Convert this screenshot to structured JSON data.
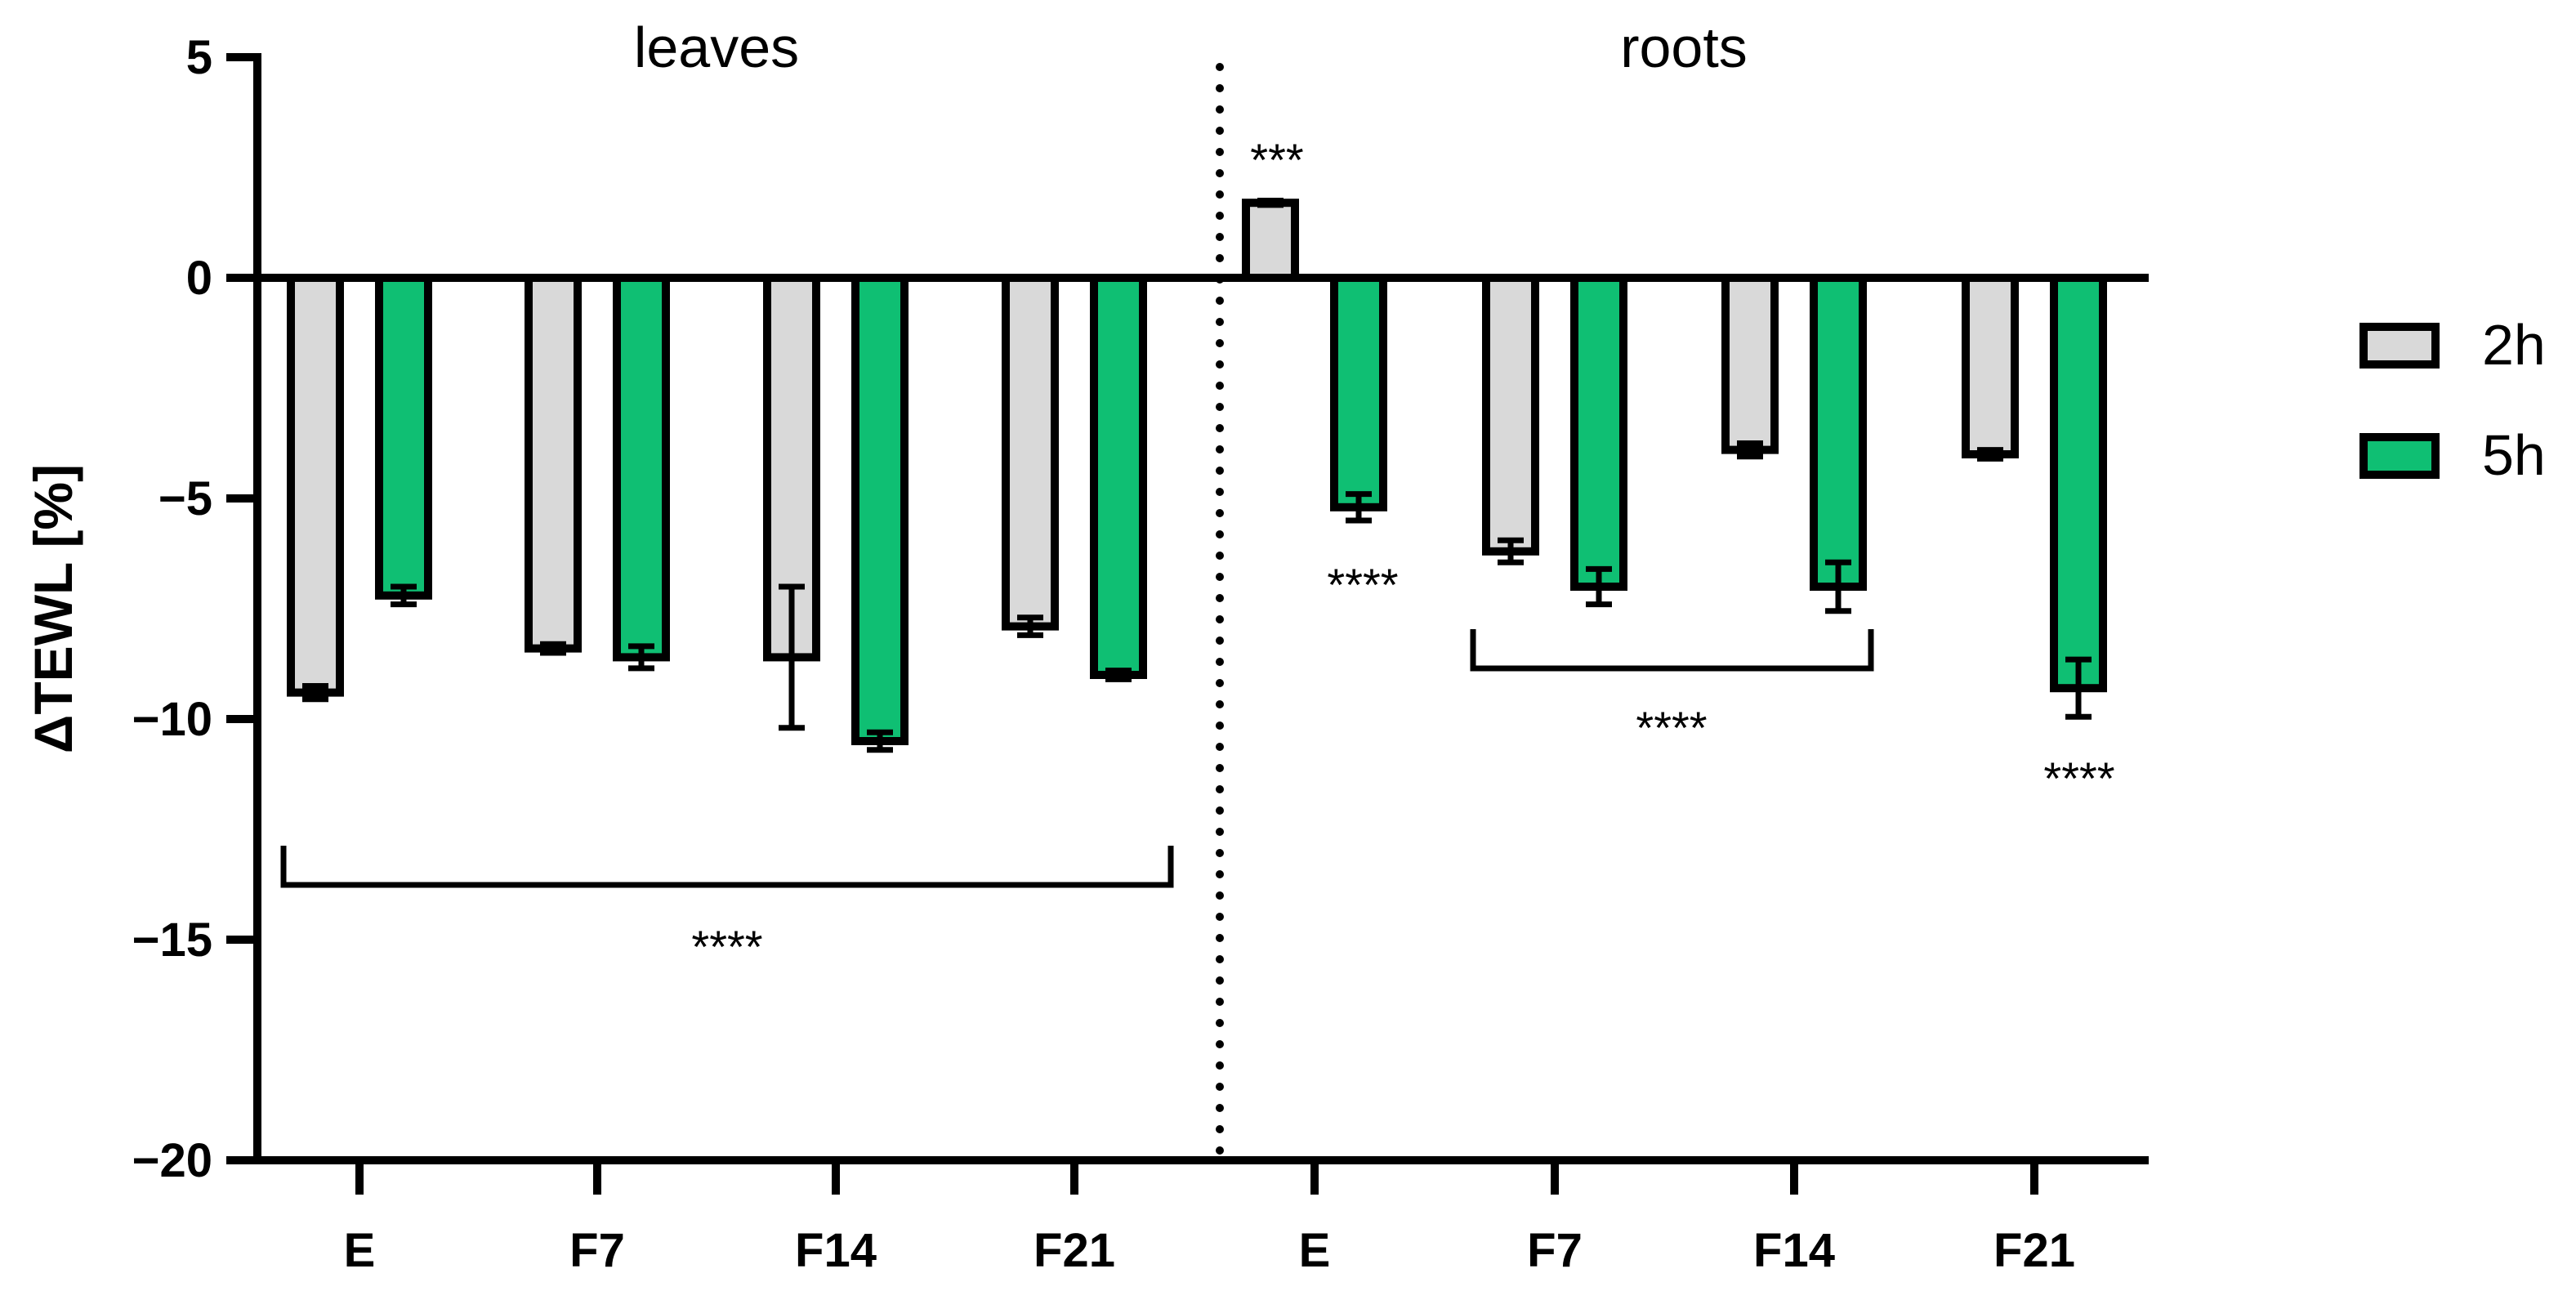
{
  "chart_data": {
    "type": "bar",
    "ylabel": "ΔTEWL [%]",
    "ylim": [
      -20,
      5
    ],
    "y_ticks": [
      "5",
      "0",
      "−5",
      "−10",
      "−15",
      "−20"
    ],
    "y_tick_values": [
      5,
      0,
      -5,
      -10,
      -15,
      -20
    ],
    "groups": [
      {
        "label": "leaves",
        "categories": [
          "E",
          "F7",
          "F14",
          "F21"
        ]
      },
      {
        "label": "roots",
        "categories": [
          "E",
          "F7",
          "F14",
          "F21"
        ]
      }
    ],
    "series": [
      {
        "name": "2h",
        "color": "#d9d9d9",
        "values": [
          -9.4,
          -8.4,
          -8.6,
          -7.9,
          1.7,
          -6.2,
          -3.9,
          -4.0
        ],
        "errors": [
          0.15,
          0.1,
          1.6,
          0.2,
          0.05,
          0.25,
          0.15,
          0.1
        ]
      },
      {
        "name": "5h",
        "color": "#0fbf73",
        "values": [
          -7.2,
          -8.6,
          -10.5,
          -9.0,
          -5.2,
          -7.0,
          -7.0,
          -9.3
        ],
        "errors": [
          0.2,
          0.25,
          0.2,
          0.1,
          0.3,
          0.4,
          0.55,
          0.65
        ]
      }
    ],
    "annotations": {
      "roots_e_2h_star": "***",
      "roots_e_5h_star": "****",
      "leaves_bracket_star": "****",
      "roots_bracket_star": "****",
      "roots_f21_5h_star": "****"
    },
    "legend": {
      "position": "right"
    }
  }
}
